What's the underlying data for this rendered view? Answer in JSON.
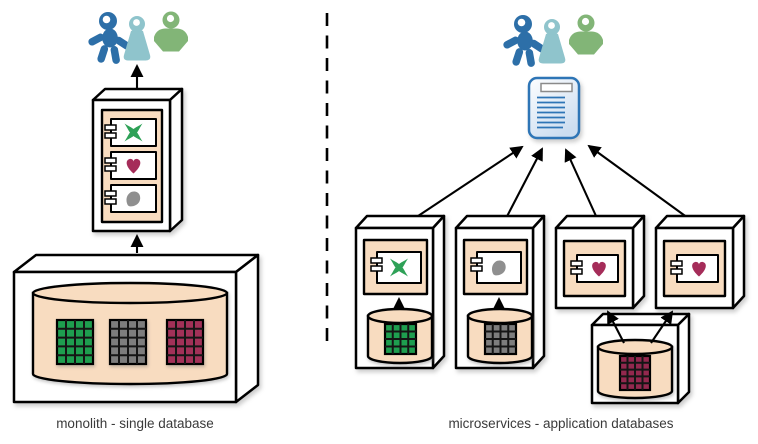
{
  "diagram": {
    "left": {
      "caption": "monolith - single database",
      "users": [
        "blue",
        "teal",
        "green"
      ],
      "application_components": [
        "x-cross-green",
        "heart-crimson",
        "blob-gray"
      ],
      "database_tables": [
        "green",
        "gray",
        "crimson"
      ]
    },
    "right": {
      "caption": "microservices - application databases",
      "users": [
        "blue",
        "teal",
        "green"
      ],
      "services": [
        {
          "component": "x-cross-green",
          "database_table": "green"
        },
        {
          "component": "blob-gray",
          "database_table": "gray"
        },
        {
          "component": "heart-crimson",
          "database_table": "shared-crimson"
        },
        {
          "component": "heart-crimson",
          "database_table": "shared-crimson"
        }
      ],
      "document": "document-with-lines"
    }
  },
  "icons": {
    "users": [
      "user-star-blue-icon",
      "user-round-teal-icon",
      "user-shield-green-icon"
    ],
    "components": [
      "x-icon",
      "heart-icon",
      "blob-icon"
    ],
    "document": "document-icon",
    "database": "cylinder-table-grid-icon"
  },
  "colors": {
    "peach": "#F8DCC0",
    "outline": "#000000",
    "green": "#2EA157",
    "crimson": "#A52C59",
    "gray": "#8F8F8F",
    "grid-green": "#1E9E4F",
    "grid-gray": "#7D7D7D",
    "grid-crimson": "#A23158",
    "grid-crimson-dark": "#93284E",
    "person-blue": "#2D6FA8",
    "person-teal": "#8FC4CC",
    "person-green": "#82B577",
    "doc-border": "#2E75B6",
    "doc-line": "#2E75B6",
    "doc-fill-top": "#FDFEFF",
    "doc-fill-bottom": "#CCDDF0",
    "label-text": "#3A3A3A"
  }
}
